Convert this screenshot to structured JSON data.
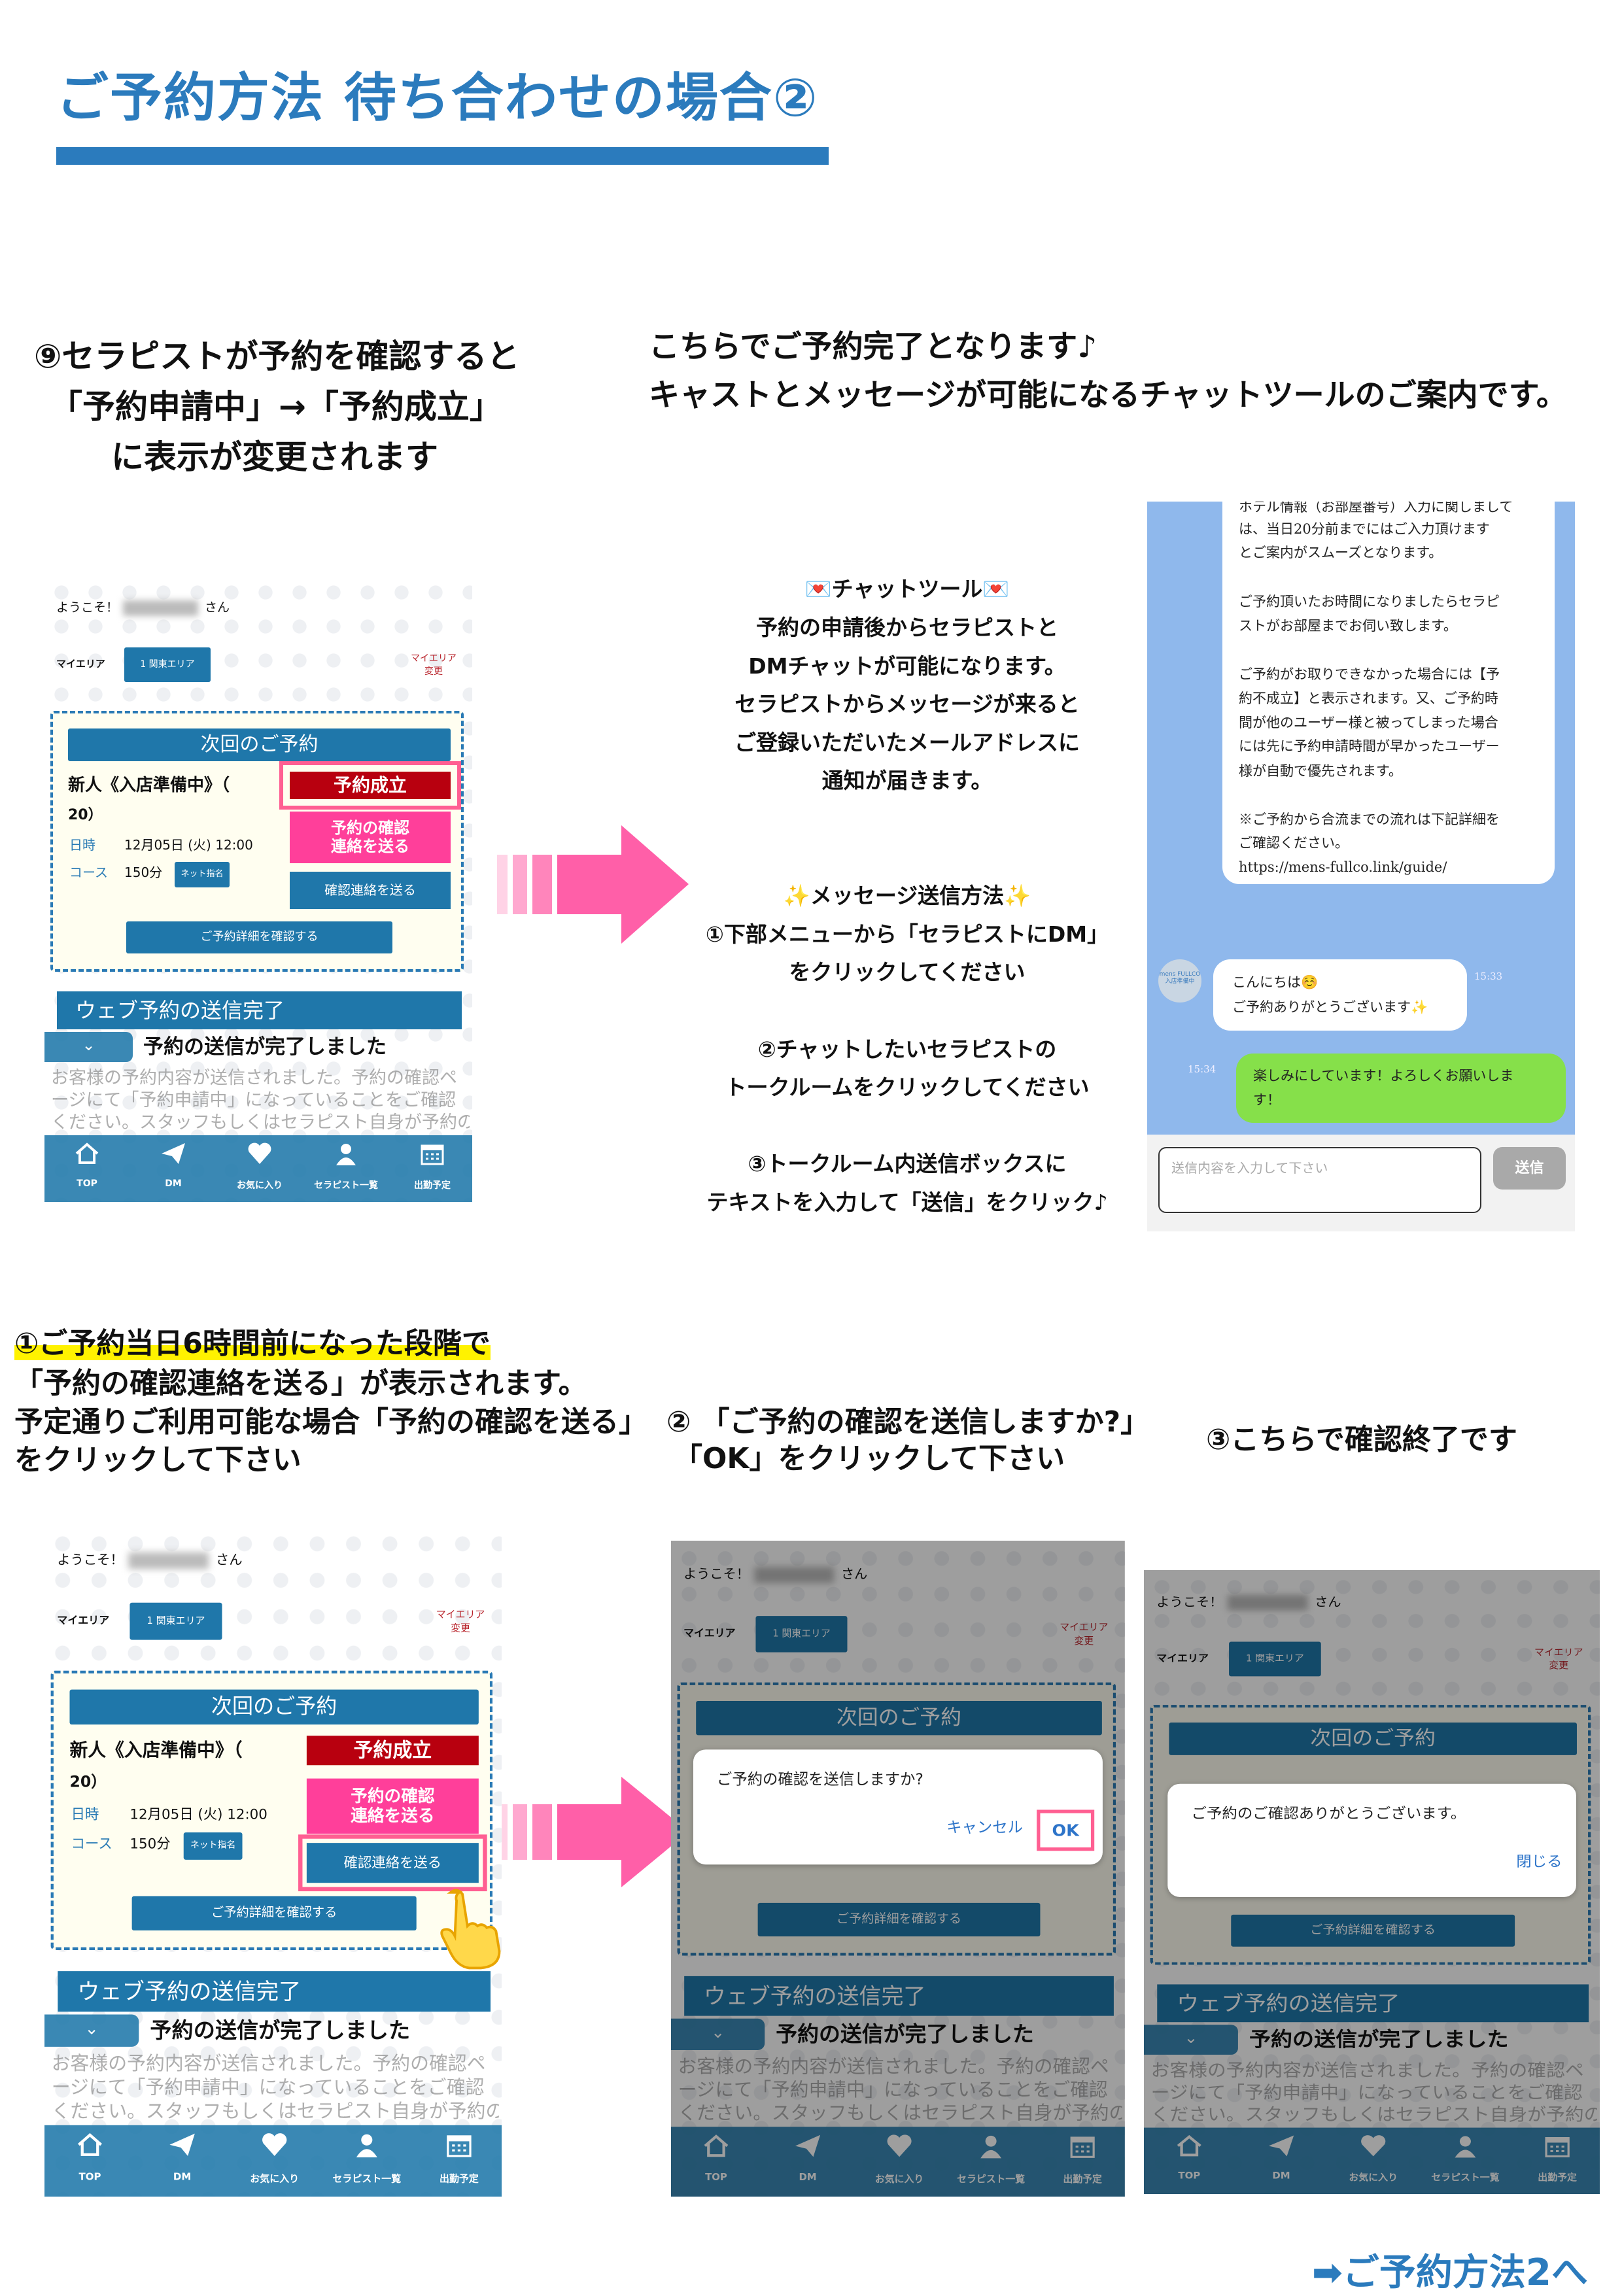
{
  "title": "ご予約方法 待ち合わせの場合②",
  "step9": {
    "lines": [
      "⑨セラピストが予約を確認すると",
      "「予約申請中」→「予約成立」",
      "に表示が変更されます"
    ]
  },
  "complete": {
    "lines": [
      "こちらでご予約完了となります♪",
      "キャストとメッセージが可能になるチャットツールのご案内です。"
    ]
  },
  "chat_tool": {
    "heading": "💌チャットツール💌",
    "desc": [
      "予約の申請後からセラピストと",
      "DMチャットが可能になります。",
      "セラピストからメッセージが来ると",
      "ご登録いただいたメールアドレスに",
      "通知が届きます。"
    ],
    "send_heading": "✨メッセージ送信方法✨",
    "steps": [
      "①下部メニューから「セラピストにDM」",
      "をクリックしてください",
      "②チャットしたいセラピストの",
      "トークルームをクリックしてください",
      "③トークルーム内送信ボックスに",
      "テキストを入力して「送信」をクリック♪"
    ]
  },
  "chat": {
    "shop_message": [
      "ホテル情報（お部屋番号）入力に関しまして",
      "は、当日20分前までにはご入力頂けます",
      "とご案内がスムーズとなります。",
      "ご予約頂いたお時間になりましたらセラピ",
      "ストがお部屋までお伺い致します。",
      "ご予約がお取りできなかった場合には【予",
      "約不成立】と表示されます。又、ご予約時",
      "間が他のユーザー様と被ってしまった場合",
      "には先に予約申請時間が早かったユーザー",
      "様が自動で優先されます。",
      "※ご予約から合流までの流れは下記詳細を",
      "ご確認ください。",
      "https://mens-fullco.link/guide/"
    ],
    "avatar_text": "mens FULLCO 入店準備中",
    "received": [
      "こんにちは☺️",
      "ご予約ありがとうございます✨"
    ],
    "received_time": "15:33",
    "sent": [
      "楽しみにしています！よろしくお願いしま",
      "す！"
    ],
    "sent_time": "15:34",
    "input_placeholder": "送信内容を入力して下さい",
    "send_button": "送信"
  },
  "step1": {
    "lines": [
      "①ご予約当日6時間前になった段階で",
      "「予約の確認連絡を送る」が表示されます。",
      "予定通りご利用可能な場合「予約の確認を送る」",
      "をクリックして下さい"
    ]
  },
  "step2": {
    "lines": [
      "② 「ご予約の確認を送信しますか?」",
      "「OK」をクリックして下さい"
    ]
  },
  "step3": {
    "text": "③こちらで確認終了です"
  },
  "phone": {
    "welcome": "ようこそ！",
    "san": "さん",
    "my_area_label": "マイエリア",
    "area_button": "1 関東エリア",
    "area_change": [
      "マイエリア",
      "変更"
    ],
    "next_reservation": "次回のご予約",
    "therapist": "新人《入店準備中》（",
    "therapist_age": "20）",
    "datetime_label": "日時",
    "datetime_value": "12月05日 (火) 12:00",
    "course_label": "コース",
    "course_value": "150分",
    "nomination_badge": "ネット指名",
    "status": "予約成立",
    "confirm_pink": [
      "予約の確認",
      "連絡を送る"
    ],
    "confirm_button": "確認連絡を送る",
    "detail_button": "ご予約詳細を確認する",
    "web_done_header": "ウェブ予約の送信完了",
    "web_done_text": "予約の送信が完了しました",
    "faint_text": [
      "お客様の予約内容が送信されました。予約の確認ペ",
      "ージにて「予約申請中」になっていることをご確認",
      "ください。スタッフもしくはセラピスト自身が予約の"
    ],
    "nav": [
      {
        "label": "TOP",
        "icon": "home-icon"
      },
      {
        "label": "DM",
        "icon": "paper-plane-icon"
      },
      {
        "label": "お気に入り",
        "icon": "heart-icon"
      },
      {
        "label": "セラピスト一覧",
        "icon": "person-icon"
      },
      {
        "label": "出勤予定",
        "icon": "calendar-icon"
      }
    ]
  },
  "dialog_confirm": {
    "message": "ご予約の確認を送信しますか?",
    "cancel": "キャンセル",
    "ok": "OK"
  },
  "dialog_done": {
    "message": "ご予約のご確認ありがとうございます。",
    "close": "閉じる"
  },
  "next_link": "➡ご予約方法2へ",
  "colors": {
    "brand_blue": "#2b7bbd",
    "button_blue": "#1f77aa",
    "status_red": "#b8000f",
    "pink": "#ff3f9a",
    "highlight": "#ff5f92",
    "chat_bg": "#8fb8ec",
    "chat_green": "#86e04a"
  }
}
